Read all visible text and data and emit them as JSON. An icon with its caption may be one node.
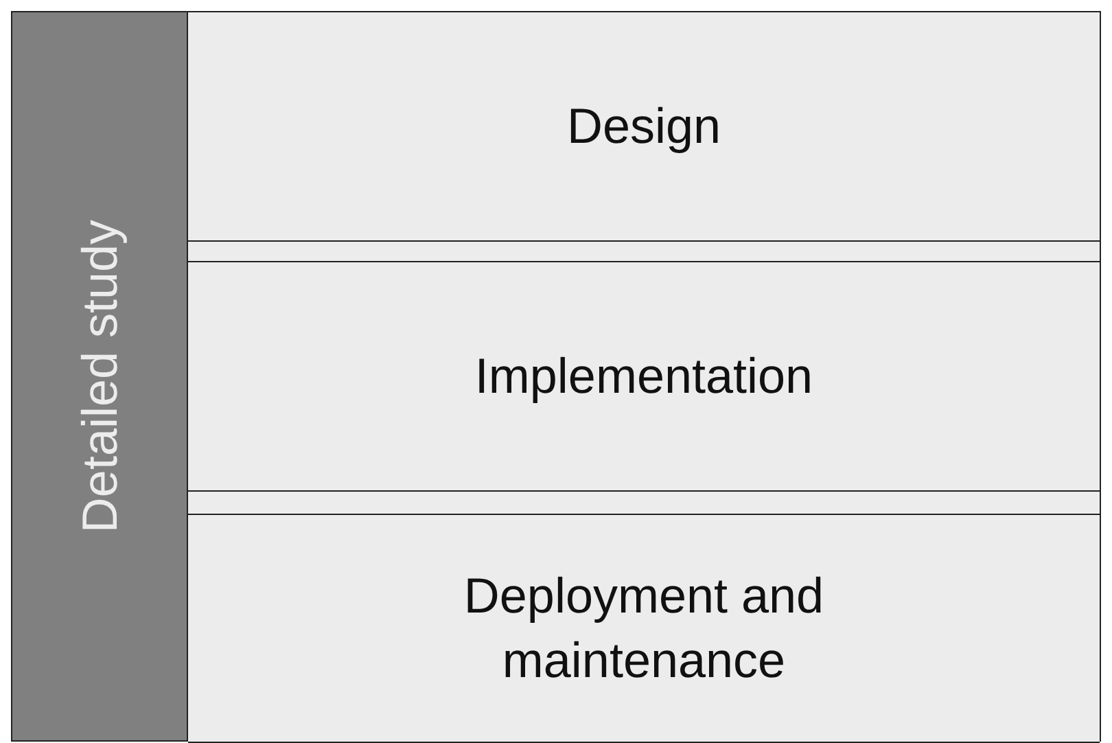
{
  "diagram": {
    "nodes": [
      {
        "text": [
          "Detailed study"
        ]
      },
      {
        "text": [
          "Design"
        ]
      },
      {
        "text": [
          "Implementation"
        ]
      },
      {
        "text": [
          "Deployment and maintenance"
        ]
      }
    ]
  }
}
